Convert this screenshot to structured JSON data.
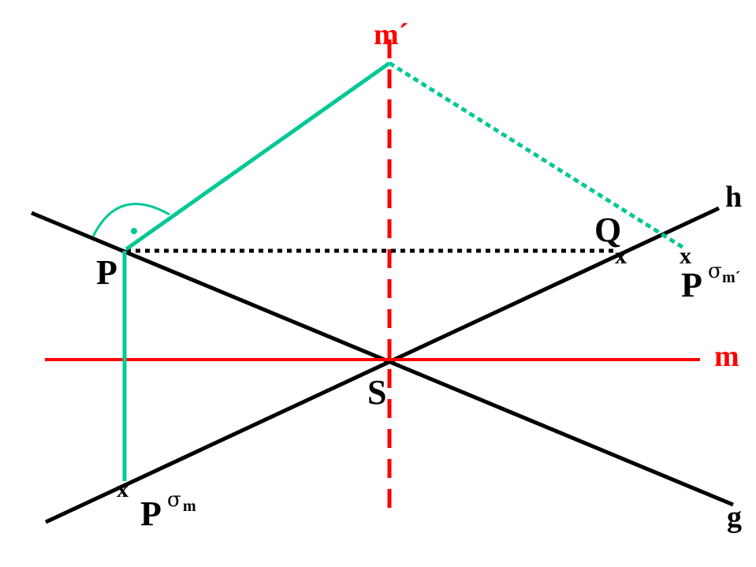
{
  "colors": {
    "black": "#000000",
    "red": "#ff0000",
    "teal": "#00c896",
    "background": "#ffffff"
  },
  "labels": {
    "point_p": "P",
    "point_q": "Q",
    "point_s": "S",
    "line_h": "h",
    "line_g": "g",
    "line_m": "m",
    "line_m_prime": "m´",
    "p_sigma_m_base": "P",
    "p_sigma_m_sup": "σ",
    "p_sigma_m_sub": "m",
    "p_sigma_mprime_base": "P",
    "p_sigma_mprime_sup": "σ",
    "p_sigma_mprime_sub": "m´",
    "mark_x": "x"
  }
}
